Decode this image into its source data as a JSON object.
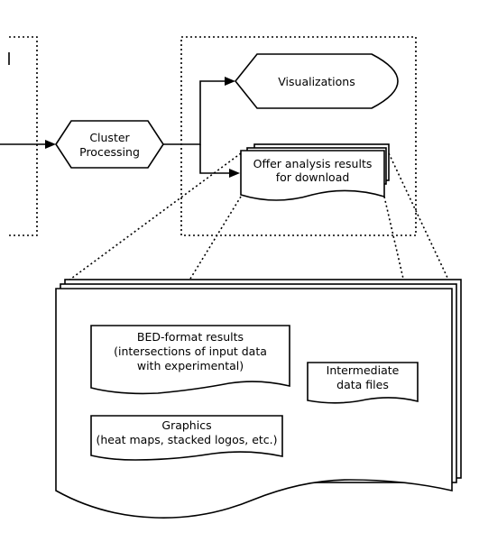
{
  "diagram": {
    "cluster_processing": {
      "line1": "Cluster",
      "line2": "Processing"
    },
    "visualizations": {
      "label": "Visualizations"
    },
    "offer_results": {
      "line1": "Offer analysis results",
      "line2": "for download"
    },
    "bed_results": {
      "line1": "BED-format results",
      "line2": "(intersections of input data",
      "line3": "with experimental)"
    },
    "intermediate_files": {
      "line1": "Intermediate",
      "line2": "data files"
    },
    "graphics": {
      "line1": "Graphics",
      "line2": "(heat maps, stacked logos, etc.)"
    }
  }
}
